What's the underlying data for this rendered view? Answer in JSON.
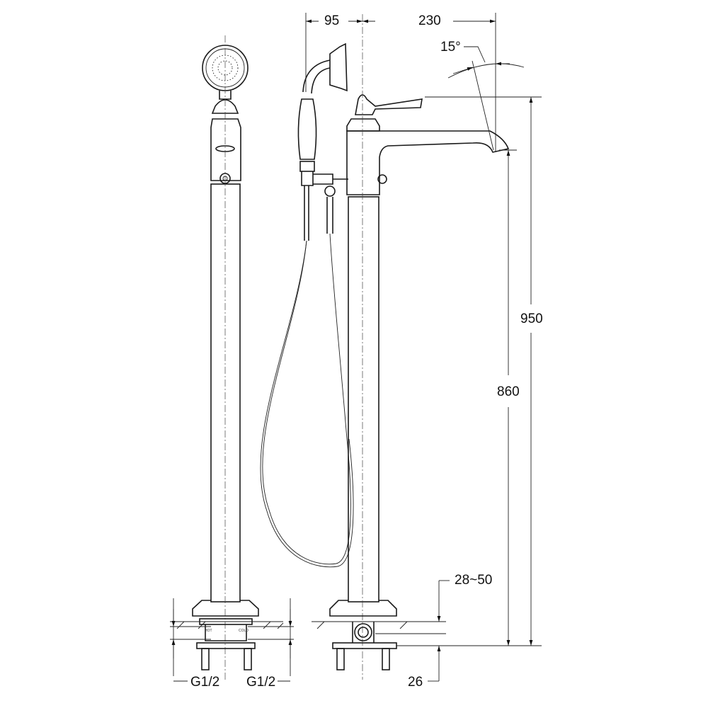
{
  "dimensions": {
    "handshower_offset": "95",
    "spout_reach": "230",
    "spout_angle": "15°",
    "total_height": "950",
    "spout_height": "860",
    "floor_depth": "28~50",
    "base_depth": "26",
    "inlet_left": "G1/2",
    "inlet_right": "G1/2"
  },
  "labels": {
    "hot": "HOT",
    "cold": "COLD"
  }
}
